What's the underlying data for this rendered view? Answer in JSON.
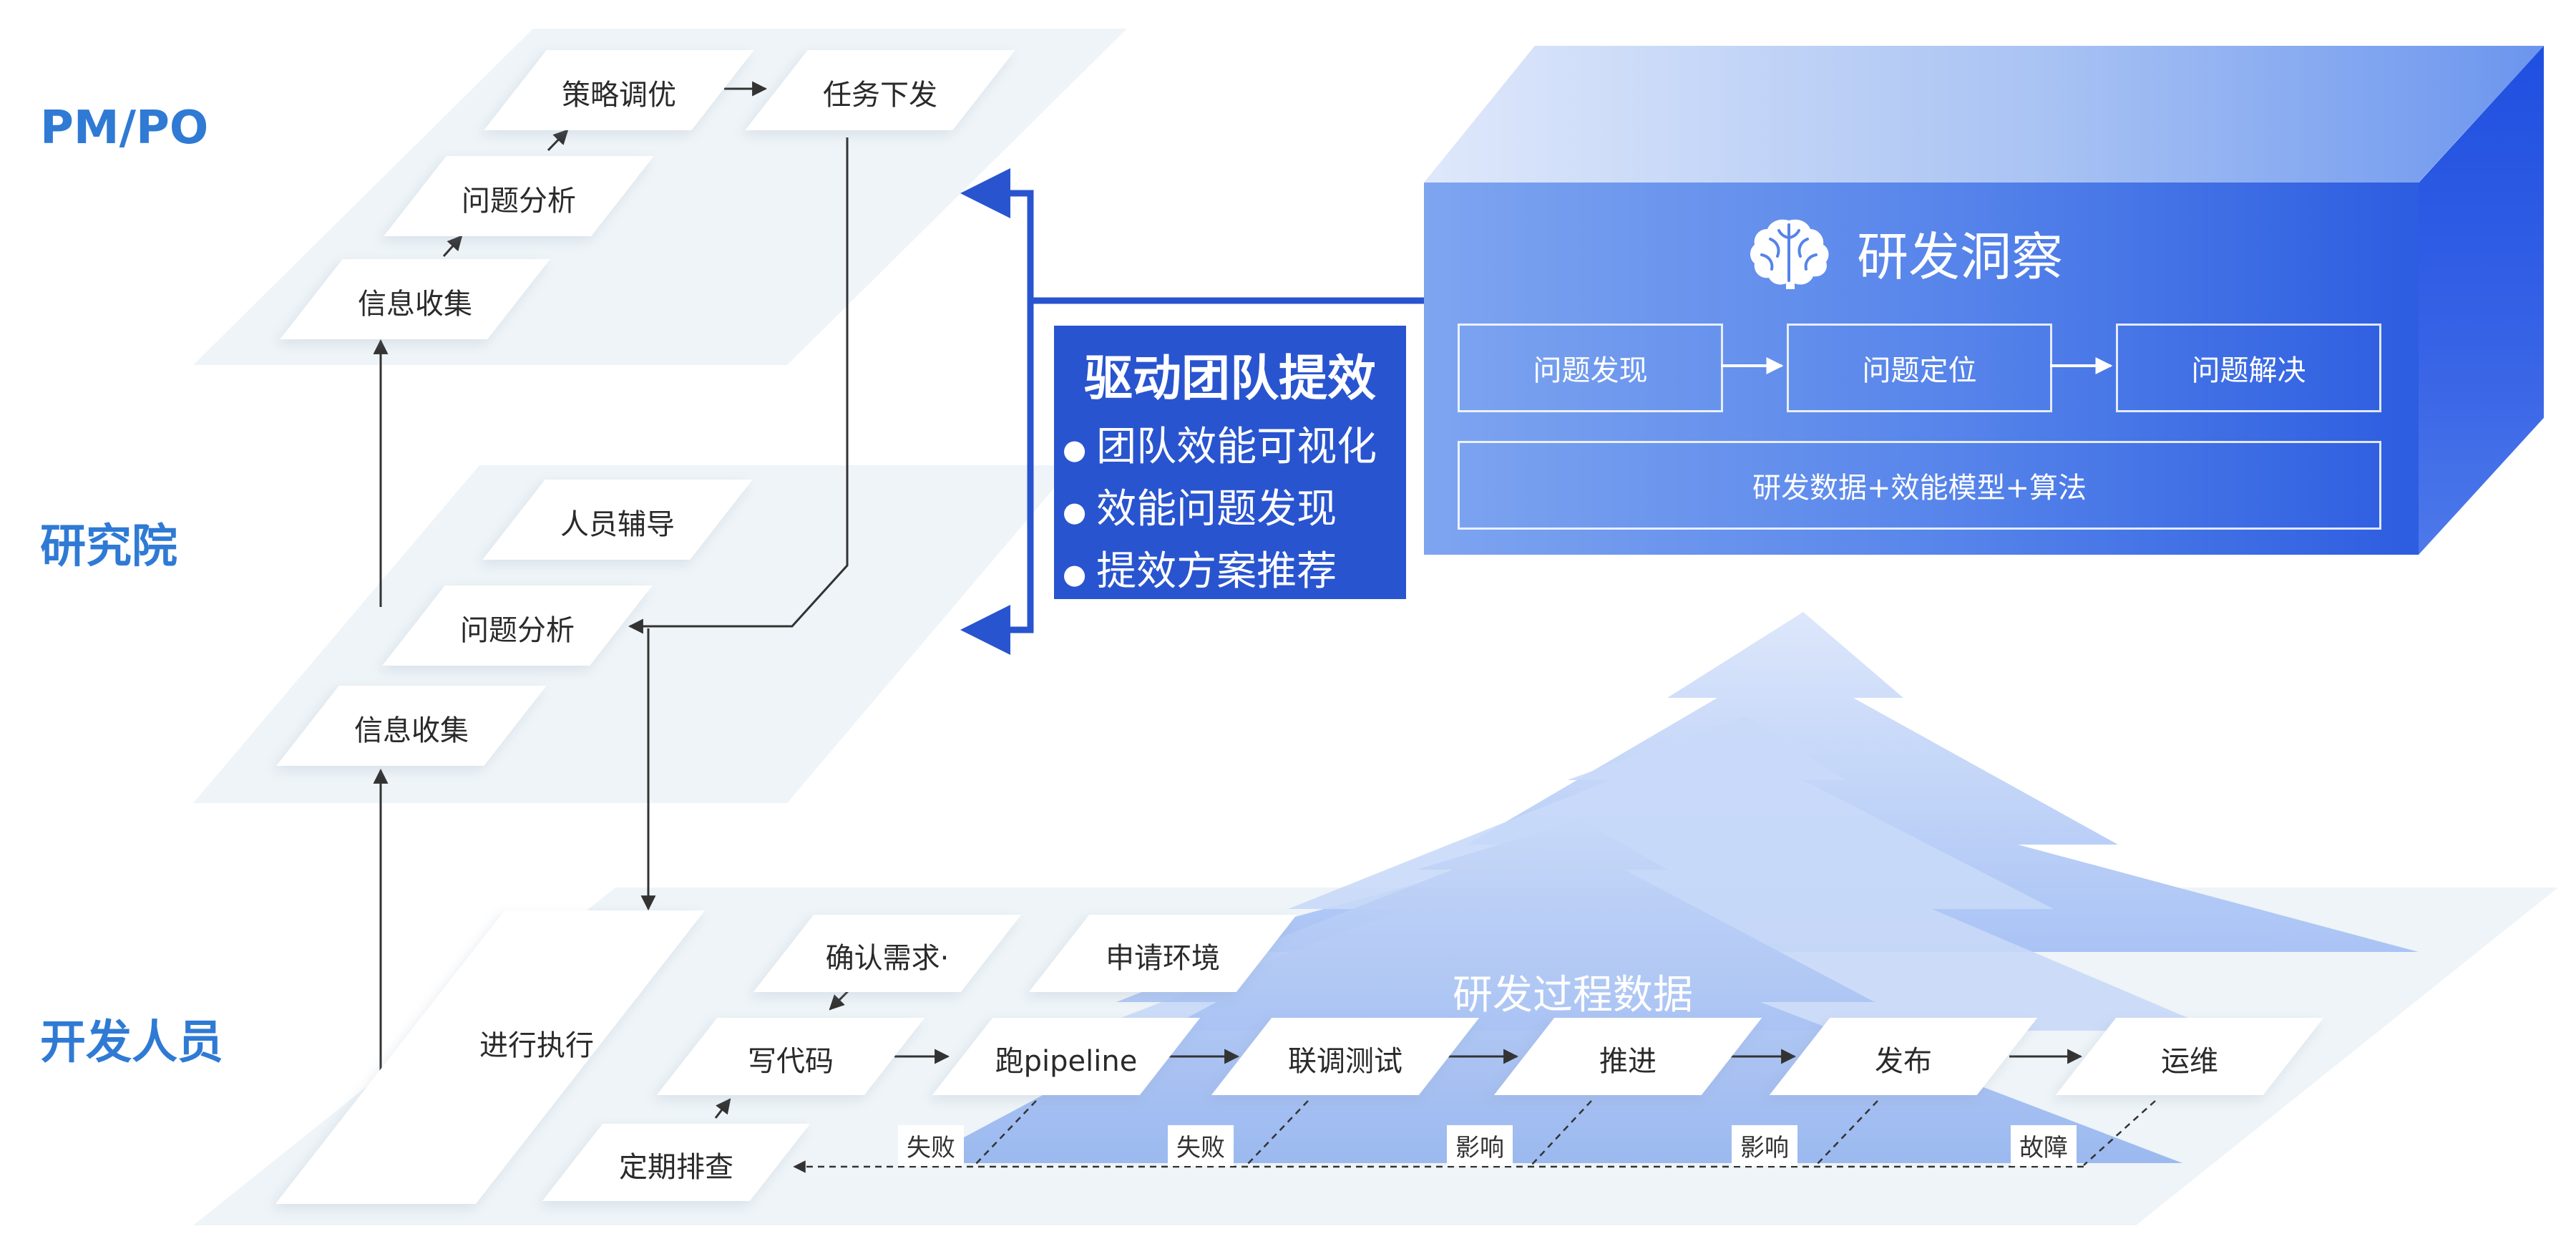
{
  "roles": {
    "pm": "PM/PO",
    "research": "研究院",
    "developer": "开发人员"
  },
  "pm_layer": {
    "strategy": "策略调优",
    "task_dispatch": "任务下发",
    "analysis": "问题分析",
    "collect": "信息收集"
  },
  "research_layer": {
    "coaching": "人员辅导",
    "analysis": "问题分析",
    "collect": "信息收集"
  },
  "dev_layer": {
    "execute": "进行执行",
    "confirm": "确认需求·",
    "apply_env": "申请环境",
    "write_code": "写代码",
    "pipeline": "跑pipeline",
    "integration": "联调测试",
    "advance": "推进",
    "release": "发布",
    "ops": "运维",
    "review": "定期排查",
    "process_data": "研发过程数据"
  },
  "feedback_tags": [
    "失败",
    "失败",
    "影响",
    "影响",
    "故障"
  ],
  "drive_box": {
    "title": "驱动团队提效",
    "items": [
      "团队效能可视化",
      "效能问题发现",
      "提效方案推荐"
    ]
  },
  "insight": {
    "title": "研发洞察",
    "steps": [
      "问题发现",
      "问题定位",
      "问题解决"
    ],
    "foundation": "研发数据+效能模型+算法",
    "icon": "brain-icon"
  },
  "colors": {
    "role": "#2f7ad4",
    "accent": "#2954cf",
    "cube_front": "#5583ea",
    "cube_side": "#1f4fe0",
    "plane": "#edf3f8",
    "tree": "#b9cff6"
  }
}
